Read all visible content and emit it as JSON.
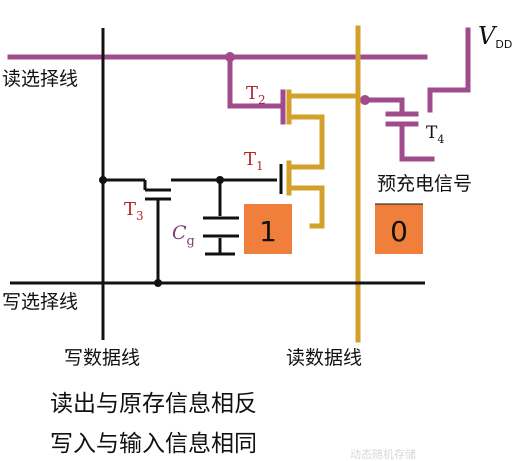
{
  "labels": {
    "read_select": "读选择线",
    "write_select": "写选择线",
    "write_data": "写数据线",
    "read_data": "读数据线",
    "precharge": "预充电信号",
    "vdd_main": "V",
    "vdd_sub": "DD",
    "t1": "T",
    "t1_sub": "1",
    "t2": "T",
    "t2_sub": "2",
    "t3": "T",
    "t3_sub": "3",
    "t4": "T",
    "t4_sub": "4",
    "cg": "C",
    "cg_sub": "g"
  },
  "boxes": {
    "left_value": "1",
    "right_value": "0"
  },
  "captions": {
    "line1": "读出与原存信息相反",
    "line2": "写入与输入信息相同"
  },
  "watermark": "动态随机存储",
  "colors": {
    "purple": "#a04b8c",
    "gold": "#d1a12a",
    "black": "#111111",
    "orange": "#f07f3c",
    "red_label": "#b5252a"
  }
}
